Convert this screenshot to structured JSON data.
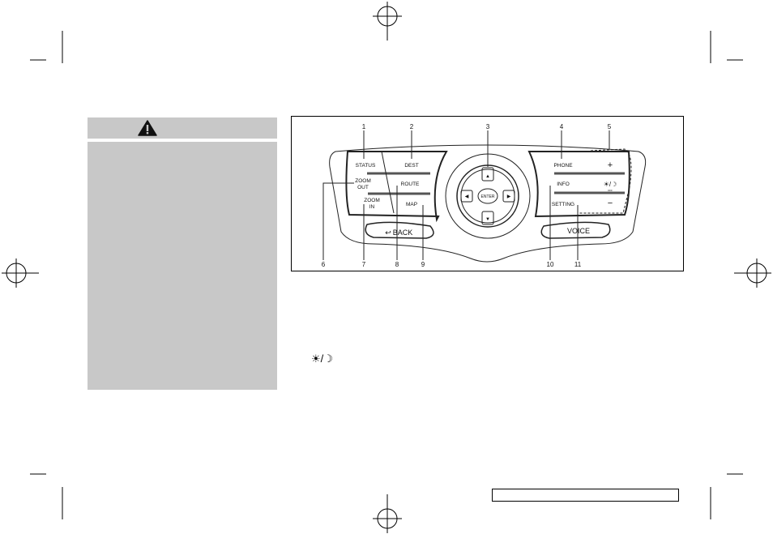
{
  "warning": {
    "icon": "warning-triangle-icon"
  },
  "diagram": {
    "callouts": [
      "1",
      "2",
      "3",
      "4",
      "5",
      "6",
      "7",
      "8",
      "9",
      "10",
      "11"
    ],
    "buttons": {
      "status": "STATUS",
      "dest": "DEST",
      "zoom_out_1": "ZOOM",
      "zoom_out_2": "OUT",
      "route": "ROUTE",
      "zoom_in_1": "ZOOM",
      "zoom_in_2": "IN",
      "map": "MAP",
      "enter": "ENTER",
      "phone": "PHONE",
      "info": "INFO",
      "setting": "SETTING",
      "plus": "+",
      "minus": "−",
      "brightness_off": "OFF",
      "back": "BACK",
      "voice": "VOICE"
    }
  },
  "body_text": {
    "brightness_symbol": "☀/☽"
  },
  "colors": {
    "warning_box": "#c8c8c8"
  }
}
